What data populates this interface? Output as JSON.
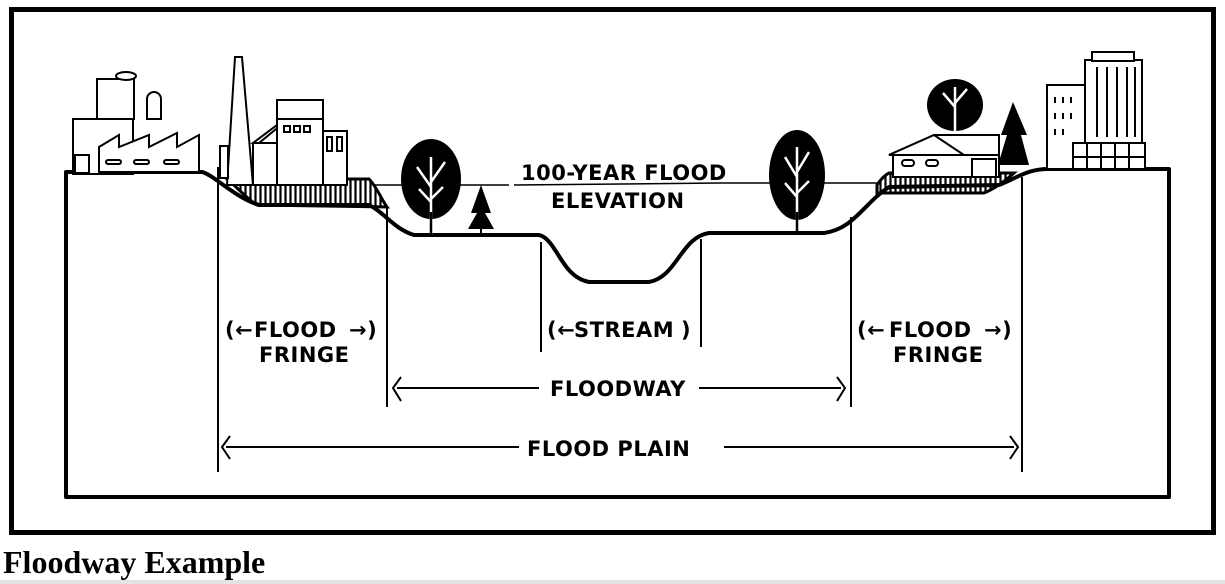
{
  "figure": {
    "caption": "Floodway Example",
    "labels": {
      "flood_elevation_line1": "100-YEAR FLOOD",
      "flood_elevation_line2": "ELEVATION",
      "left_fringe_line1": "FLOOD",
      "left_fringe_line2": "FRINGE",
      "stream": "STREAM",
      "right_fringe_line1": "FLOOD",
      "right_fringe_line2": "FRINGE",
      "floodway": "FLOODWAY",
      "flood_plain": "FLOOD PLAIN"
    },
    "icons": [
      "factory-icon",
      "smokestack-icon",
      "industrial-building-icon",
      "deciduous-tree-icon",
      "pine-tree-icon",
      "house-icon",
      "office-building-icon",
      "arrow-left-icon",
      "arrow-right-icon"
    ],
    "colors": {
      "ink": "#000000",
      "paper": "#ffffff",
      "fill_hatch": "#000000"
    }
  }
}
